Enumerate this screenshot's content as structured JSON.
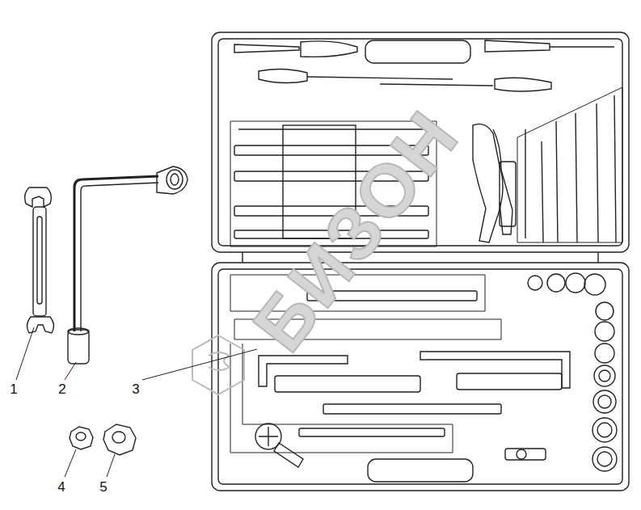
{
  "diagram": {
    "labels": [
      "1",
      "2",
      "3",
      "4",
      "5",
      "БИЗОН"
    ]
  }
}
